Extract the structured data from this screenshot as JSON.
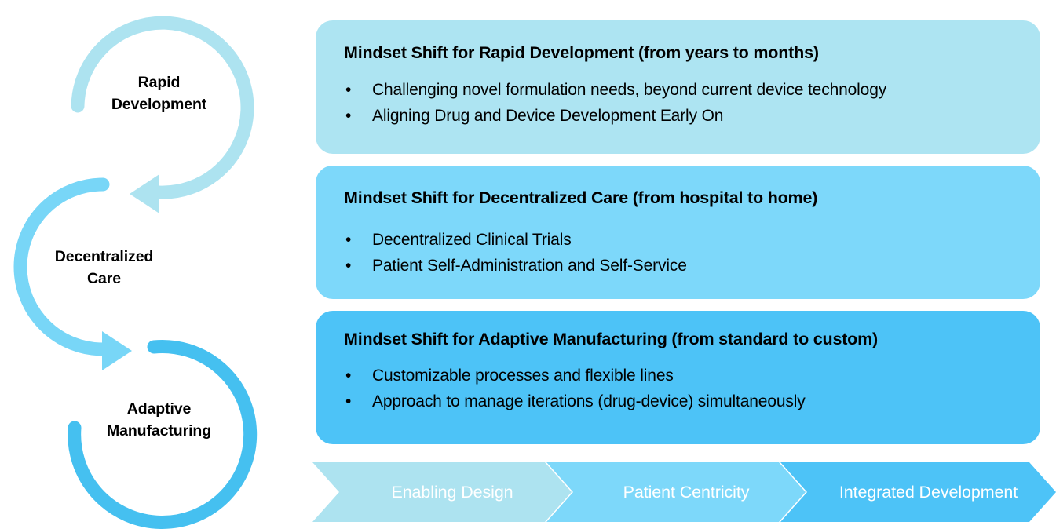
{
  "cycle": {
    "steps": [
      {
        "label": "Rapid\nDevelopment",
        "color": "#ade3f0",
        "arc_name": "rapid-development-arc"
      },
      {
        "label": "Decentralized\nCare",
        "color": "#78d6f7",
        "arc_name": "decentralized-care-arc"
      },
      {
        "label": "Adaptive\nManufacturing",
        "color": "#45c0f0",
        "arc_name": "adaptive-manufacturing-arc"
      }
    ]
  },
  "cards": [
    {
      "title": "Mindset Shift for Rapid Development (from years to months)",
      "color": "#ade4f2",
      "bullet_marker": "•",
      "bullets": [
        "Challenging novel formulation needs, beyond current device technology",
        "Aligning Drug and Device Development Early On"
      ]
    },
    {
      "title": "Mindset Shift for Decentralized Care (from hospital to home)",
      "color": "#7dd8fa",
      "bullet_marker": "•",
      "bullets": [
        "Decentralized Clinical Trials",
        "Patient Self-Administration and Self-Service"
      ]
    },
    {
      "title": "Mindset Shift for Adaptive Manufacturing (from standard to custom)",
      "color": "#4dc3f7",
      "bullet_marker": "•",
      "bullets": [
        "Customizable processes and flexible lines",
        "Approach to manage iterations (drug-device) simultaneously"
      ]
    }
  ],
  "process_bar": {
    "steps": [
      {
        "label": "Enabling Design",
        "color": "#ade3f0"
      },
      {
        "label": "Patient Centricity",
        "color": "#7dd8fa"
      },
      {
        "label": "Integrated Development",
        "color": "#4dc3f7"
      }
    ]
  }
}
